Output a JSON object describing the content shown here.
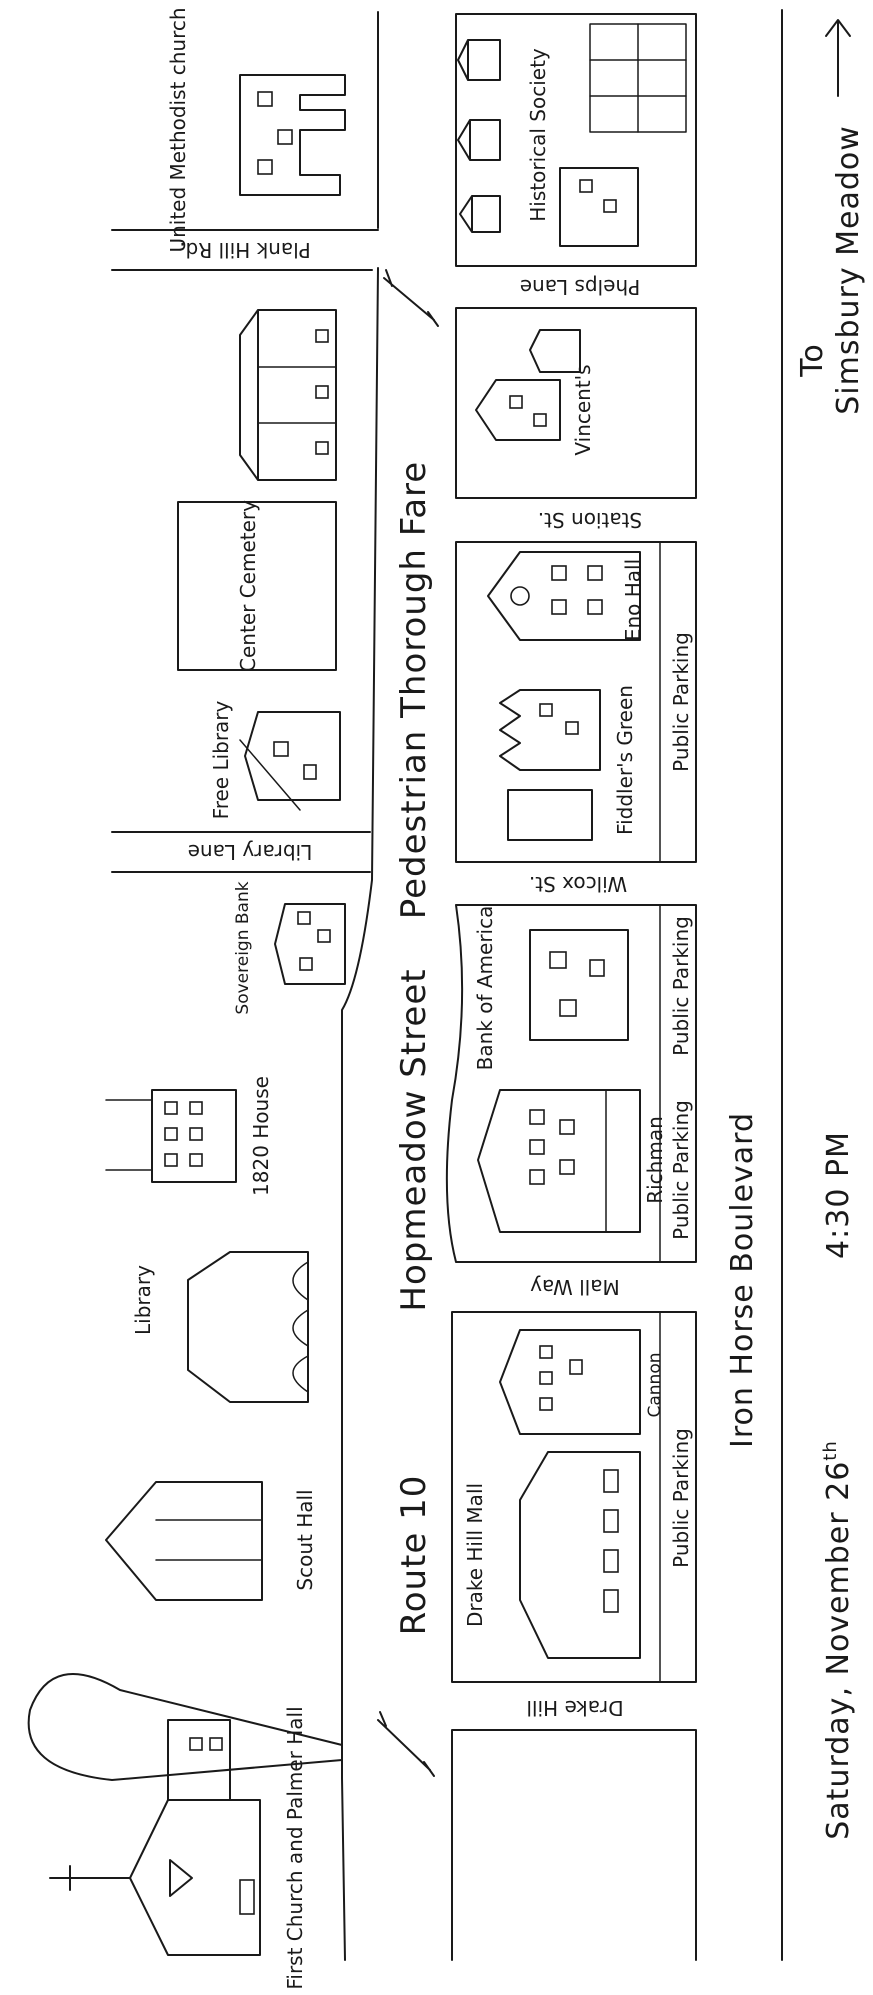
{
  "map": {
    "buildings": {
      "united_methodist_church": "United Methodist church",
      "historical_society": "Historical Society",
      "center_cemetery": "Center Cemetery",
      "free_library": "Free Library",
      "vincents": "Vincent's",
      "eno_hall": "Eno Hall",
      "fiddlers_green": "Fiddler's Green",
      "sovereign_bank": "Sovereign Bank",
      "bank_of_america": "Bank of America",
      "house_1820": "1820 House",
      "richman": "Richman",
      "library": "Library",
      "cannon": "Cannon",
      "scout_hall": "Scout Hall",
      "drake_hill_mall": "Drake Hill Mall",
      "first_church": "First Church and Palmer Hall"
    },
    "streets": {
      "plank_hill_rd": "Plank Hill Rd.",
      "phelps_lane": "Phelps Lane",
      "station_st": "Station St.",
      "library_lane": "Library Lane",
      "wilcox_st": "Wilcox St.",
      "mall_way": "Mall Way",
      "drake_hill": "Drake Hill",
      "pedestrian_thorough_fare": "Pedestrian Thorough Fare",
      "hopmeadow_street": "Hopmeadow Street",
      "route_10": "Route 10",
      "iron_horse_boulevard": "Iron Horse Boulevard"
    },
    "parking": {
      "p1": "Public Parking",
      "p2": "Public Parking",
      "p3": "Public Parking",
      "p4": "Public Parking"
    },
    "destination": {
      "line1": "To",
      "line2": "Simsbury Meadow"
    },
    "event": {
      "date": "Saturday, November 26",
      "date_sup": "th",
      "time": "4:30 PM"
    },
    "icons": [
      "arrow-right-icon",
      "crossing-sign-icon",
      "church-cross-icon"
    ]
  }
}
